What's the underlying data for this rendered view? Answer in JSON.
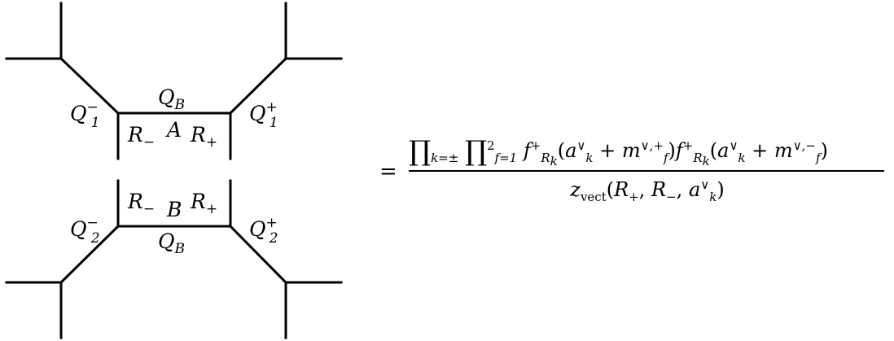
{
  "diagram": {
    "top_web": {
      "q_left": {
        "base": "Q",
        "sub": "1",
        "sup": "−"
      },
      "q_right": {
        "base": "Q",
        "sub": "1",
        "sup": "+"
      },
      "q_middle": {
        "base": "Q",
        "sub": "B"
      },
      "r_left": {
        "base": "R",
        "sub": "−"
      },
      "r_right": {
        "base": "R",
        "sub": "+"
      },
      "face_label": "A"
    },
    "bottom_web": {
      "q_left": {
        "base": "Q",
        "sub": "2",
        "sup": "−"
      },
      "q_right": {
        "base": "Q",
        "sub": "2",
        "sup": "+"
      },
      "q_middle": {
        "base": "Q",
        "sub": "B"
      },
      "r_left": {
        "base": "R",
        "sub": "−"
      },
      "r_right": {
        "base": "R",
        "sub": "+"
      },
      "face_label": "B"
    }
  },
  "formula": {
    "equals": "=",
    "numerator": {
      "prod1_symbol": "∏",
      "prod1_sub": "k=±",
      "prod2_symbol": "∏",
      "prod2_sub": "f=1",
      "prod2_sup": "2",
      "f": "f",
      "f_sup": "+",
      "f_sub_R": "R",
      "f_sub_k": "k",
      "open": "(",
      "a": "a",
      "a_sup": "∨",
      "a_sub": "k",
      "plus": "+",
      "m": "m",
      "m_sup_1": "∨,+",
      "m_sup_2": "∨,−",
      "m_sub": "f",
      "close": ")"
    },
    "denominator": {
      "z": "z",
      "z_sub": "vect",
      "args_open": "(",
      "R_plus": "R",
      "R_plus_sub": "+",
      "comma": ", ",
      "R_minus": "R",
      "R_minus_sub": "−",
      "a": "a",
      "a_sup": "∨",
      "a_sub": "k",
      "args_close": ")"
    }
  }
}
